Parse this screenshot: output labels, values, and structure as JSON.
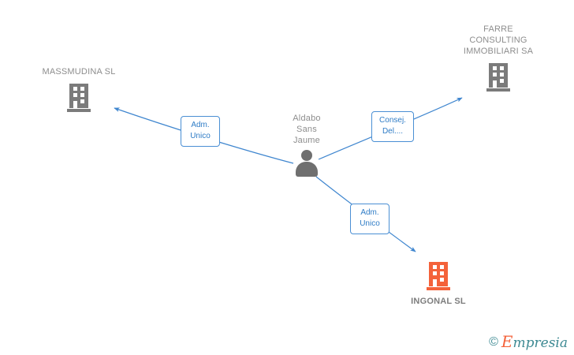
{
  "graph": {
    "center": {
      "name": "person-node",
      "label": "Aldabo\nSans\nJaume",
      "icon": "person-icon",
      "color": "#6f6f6f"
    },
    "companies": [
      {
        "id": "massmudina",
        "label": "MASSMUDINA SL",
        "icon": "building-icon",
        "color": "#7b7b7b",
        "highlighted": false
      },
      {
        "id": "farre",
        "label": "FARRE\nCONSULTING\nIMMOBILIARI SA",
        "icon": "building-icon",
        "color": "#7b7b7b",
        "highlighted": false
      },
      {
        "id": "ingonal",
        "label": "INGONAL SL",
        "icon": "building-icon",
        "color": "#f4623a",
        "highlighted": true
      }
    ],
    "edges": [
      {
        "id": "edge-massmudina",
        "from": "person-node",
        "to": "massmudina",
        "role": "Adm.\nUnico",
        "direction": "to-company"
      },
      {
        "id": "edge-farre",
        "from": "person-node",
        "to": "farre",
        "role": "Consej.\nDel....",
        "direction": "to-company"
      },
      {
        "id": "edge-ingonal",
        "from": "person-node",
        "to": "ingonal",
        "role": "Adm.\nUnico",
        "direction": "to-company"
      }
    ],
    "edge_color": "#4a8fd4"
  },
  "watermark": {
    "copyright": "©",
    "brand_cap": "E",
    "brand_rest": "mpresia"
  }
}
